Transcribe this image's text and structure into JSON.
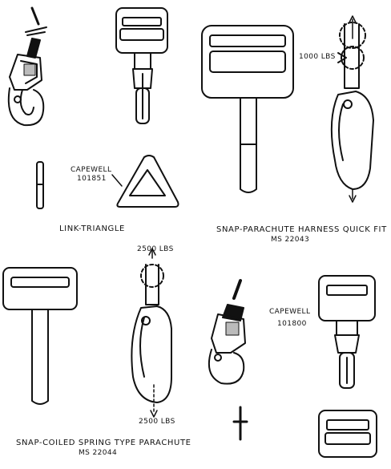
{
  "colors": {
    "ink": "#111111",
    "paper": "#ffffff"
  },
  "labels": {
    "link_triangle_caption": "LINK-TRIANGLE",
    "capewell_top": "CAPEWELL",
    "capewell_top_number": "101851",
    "quick_fit_caption_line1": "SNAP-PARACHUTE HARNESS QUICK FIT",
    "quick_fit_caption_line2": "MS 22043",
    "load_quick_fit": "1000 LBS",
    "load_coiled_top": "2500 LBS",
    "load_coiled_bottom": "2500 LBS",
    "capewell_bottom": "CAPEWELL",
    "capewell_bottom_number": "101800",
    "coiled_caption_line1": "SNAP-COILED SPRING TYPE PARACHUTE",
    "coiled_caption_line2": "MS 22044"
  }
}
